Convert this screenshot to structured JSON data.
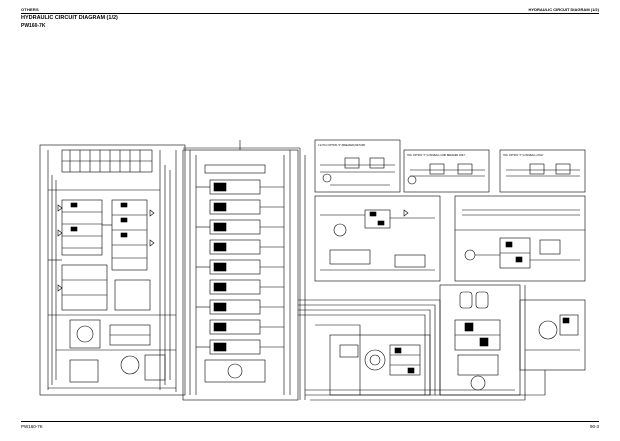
{
  "header": {
    "section": "OTHERS",
    "section_right": "HYDRAULIC CIRCUIT DIAGRAM (1/2)"
  },
  "page_title": "HYDRAULIC CIRCUIT DIAGRAM (1/2)",
  "model": "PW160-7K",
  "footer": {
    "model": "PW160-7K",
    "page": "90-3"
  },
  "option_boxes": [
    "2 & HCU OPTION \"4\" (BREAKER) RETURN",
    "HCU OPTION \"3\" (LONGBALL) AND BREAKER ONLY",
    "HCU OPTION \"3\" (LONGBALL) ONLY"
  ],
  "colors": {
    "line": "#000000",
    "background": "#ffffff"
  }
}
